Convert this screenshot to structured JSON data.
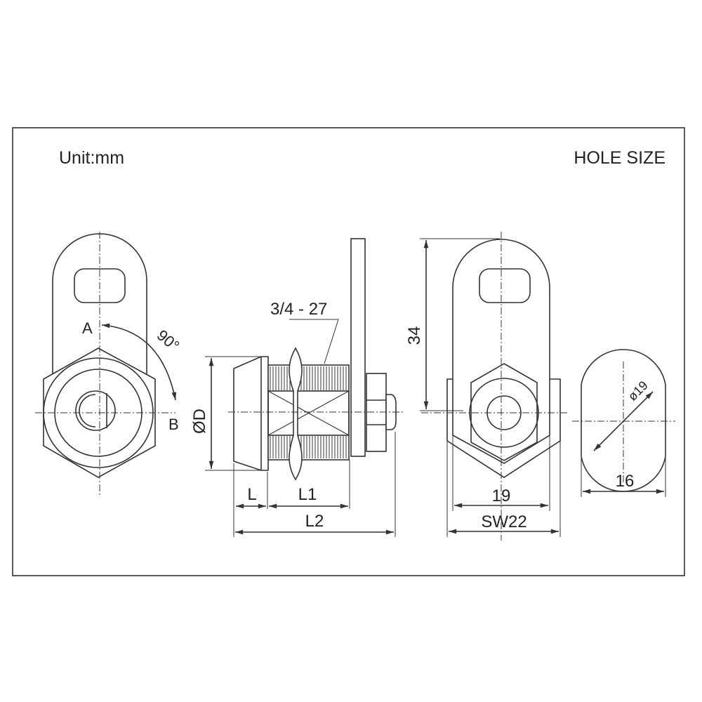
{
  "header": {
    "unit": "Unit:mm",
    "hole_size": "HOLE SIZE"
  },
  "front_view": {
    "label_a": "A",
    "label_b": "B",
    "angle": "90°"
  },
  "side_view": {
    "thread": "3/4 - 27",
    "diameter": "ØD",
    "dim_l": "L",
    "dim_l1": "L1",
    "dim_l2": "L2"
  },
  "back_view": {
    "height": "34",
    "width": "19",
    "hex": "SW22"
  },
  "hole": {
    "diameter": "ø19",
    "flat": "16"
  }
}
